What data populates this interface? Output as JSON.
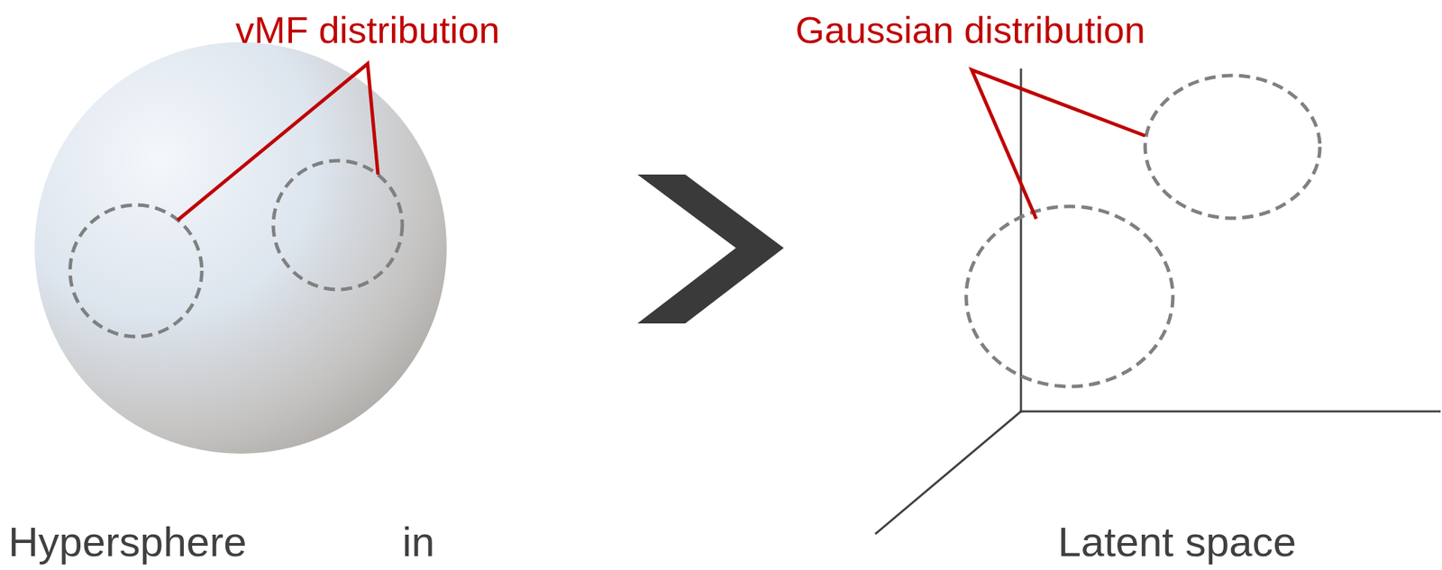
{
  "diagram": {
    "labels": [
      "vMF distribution",
      "Gaussian distribution",
      "Hypersphere",
      "in",
      "Latent space"
    ]
  }
}
